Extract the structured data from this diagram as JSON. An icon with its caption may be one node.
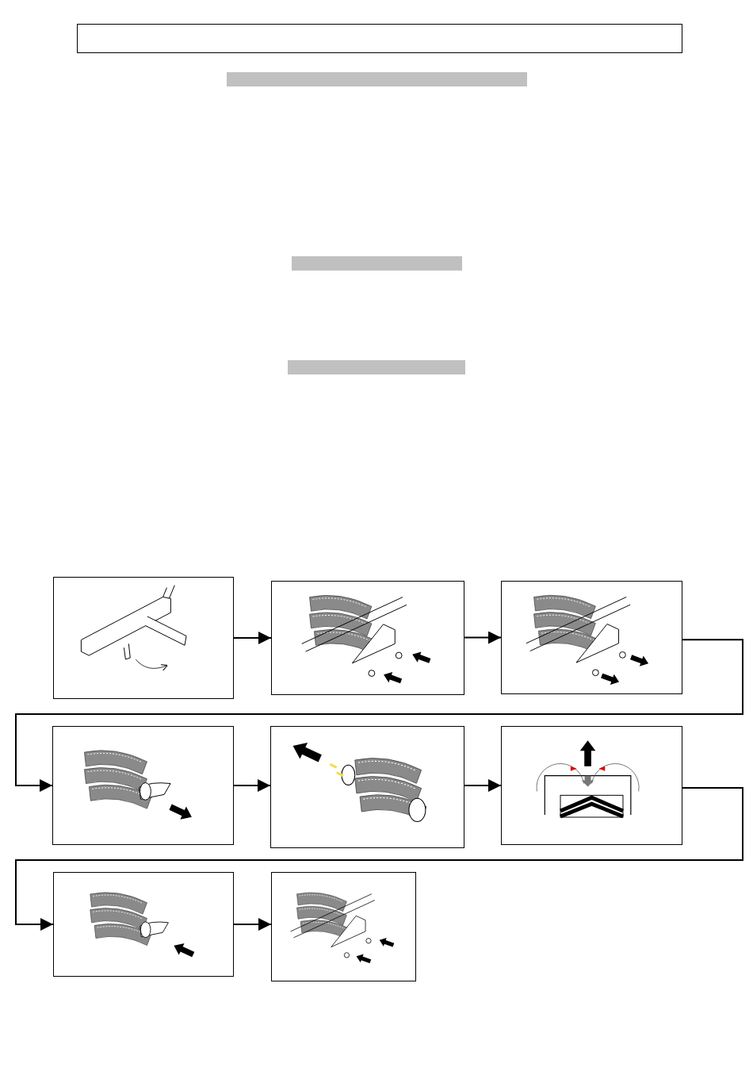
{
  "diagram": {
    "nodes": [
      {
        "text": [],
        "shape": "box"
      },
      {
        "text": [],
        "shape": "bar"
      },
      {
        "text": [],
        "shape": "bar"
      },
      {
        "text": [],
        "shape": "bar"
      },
      {
        "text": [],
        "shape": "picture"
      },
      {
        "text": [],
        "shape": "picture"
      },
      {
        "text": [],
        "shape": "picture"
      },
      {
        "text": [],
        "shape": "picture"
      },
      {
        "text": [],
        "shape": "picture"
      },
      {
        "text": [],
        "shape": "picture"
      },
      {
        "text": [],
        "shape": "picture"
      },
      {
        "text": [],
        "shape": "picture"
      }
    ],
    "edges": [
      {
        "from": 4,
        "to": 5,
        "arrow": "to"
      },
      {
        "from": 5,
        "to": 6,
        "arrow": "to"
      },
      {
        "from": 6,
        "to": 7,
        "arrow": "to"
      },
      {
        "from": 7,
        "to": 8,
        "arrow": "to"
      },
      {
        "from": 8,
        "to": 9,
        "arrow": "to"
      },
      {
        "from": 9,
        "to": 10,
        "arrow": "to"
      },
      {
        "from": 10,
        "to": 11,
        "arrow": "to"
      }
    ]
  }
}
